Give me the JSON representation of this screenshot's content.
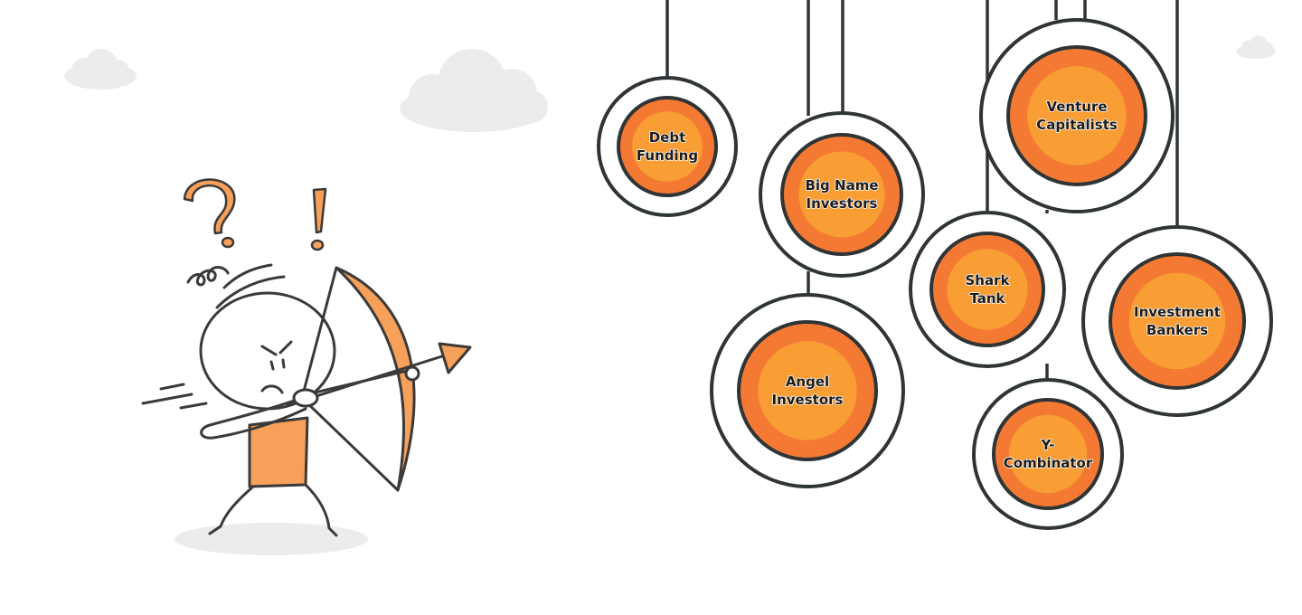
{
  "colors": {
    "ring_outer": "#f47a33",
    "ring_inner": "#f99d35",
    "outline": "#2f3436",
    "cloud": "#ececec",
    "accent": "#f7a05a"
  },
  "character": {
    "question_mark": "?",
    "exclamation_mark": "!"
  },
  "targets": [
    {
      "id": "debt-funding",
      "lines": [
        "Debt",
        "Funding"
      ]
    },
    {
      "id": "big-name-investors",
      "lines": [
        "Big Name",
        "Investors"
      ]
    },
    {
      "id": "venture-capitalists",
      "lines": [
        "Venture",
        "Capitalists"
      ]
    },
    {
      "id": "shark-tank",
      "lines": [
        "Shark",
        "Tank"
      ]
    },
    {
      "id": "investment-bankers",
      "lines": [
        "Investment",
        "Bankers"
      ]
    },
    {
      "id": "angel-investors",
      "lines": [
        "Angel",
        "Investors"
      ]
    },
    {
      "id": "y-combinator",
      "lines": [
        "Y-",
        "Combinator"
      ]
    }
  ]
}
